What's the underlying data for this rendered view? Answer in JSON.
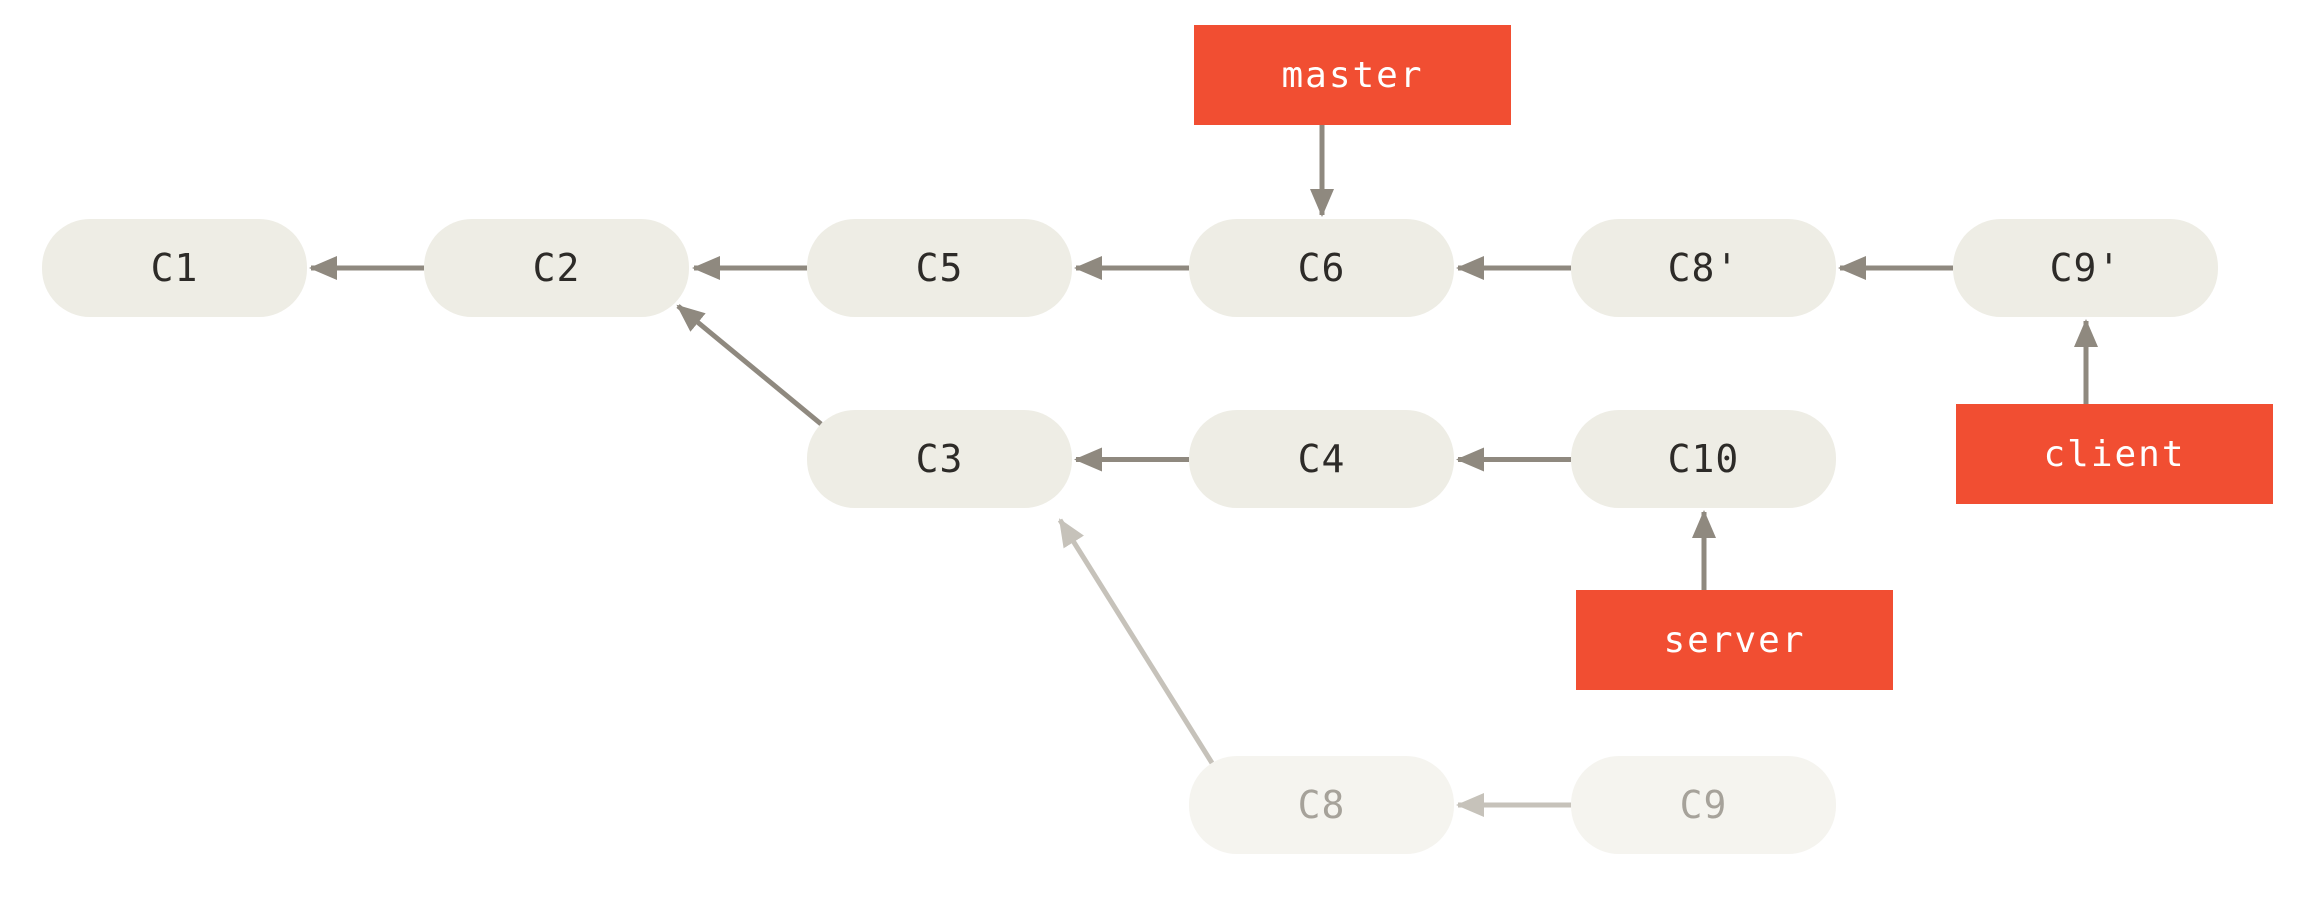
{
  "colors": {
    "background": "#ffffff",
    "accent_red": "#f14e32",
    "branch_text": "#ffffff",
    "node_fill": "#eeede5",
    "node_text": "#2d2b28",
    "arrow": "#8f897f",
    "faded_node_fill": "#f5f4ef",
    "faded_node_text": "#a6a29a",
    "faded_arrow": "#c6c2ba"
  },
  "commits": {
    "c1": {
      "label": "C1"
    },
    "c2": {
      "label": "C2"
    },
    "c5": {
      "label": "C5"
    },
    "c6": {
      "label": "C6"
    },
    "c8p": {
      "label": "C8'"
    },
    "c9p": {
      "label": "C9'"
    },
    "c3": {
      "label": "C3"
    },
    "c4": {
      "label": "C4"
    },
    "c10": {
      "label": "C10"
    },
    "c8": {
      "label": "C8",
      "faded": true
    },
    "c9": {
      "label": "C9",
      "faded": true
    }
  },
  "branches": {
    "master": {
      "label": "master",
      "points_to": "C6"
    },
    "client": {
      "label": "client",
      "points_to": "C9'"
    },
    "server": {
      "label": "server",
      "points_to": "C10"
    }
  },
  "edges": [
    {
      "from": "C2",
      "to": "C1",
      "faded": false
    },
    {
      "from": "C5",
      "to": "C2",
      "faded": false
    },
    {
      "from": "C6",
      "to": "C5",
      "faded": false
    },
    {
      "from": "C8'",
      "to": "C6",
      "faded": false
    },
    {
      "from": "C9'",
      "to": "C8'",
      "faded": false
    },
    {
      "from": "C3",
      "to": "C2",
      "faded": false
    },
    {
      "from": "C4",
      "to": "C3",
      "faded": false
    },
    {
      "from": "C10",
      "to": "C4",
      "faded": false
    },
    {
      "from": "C8",
      "to": "C3",
      "faded": true
    },
    {
      "from": "C9",
      "to": "C8",
      "faded": true
    }
  ]
}
